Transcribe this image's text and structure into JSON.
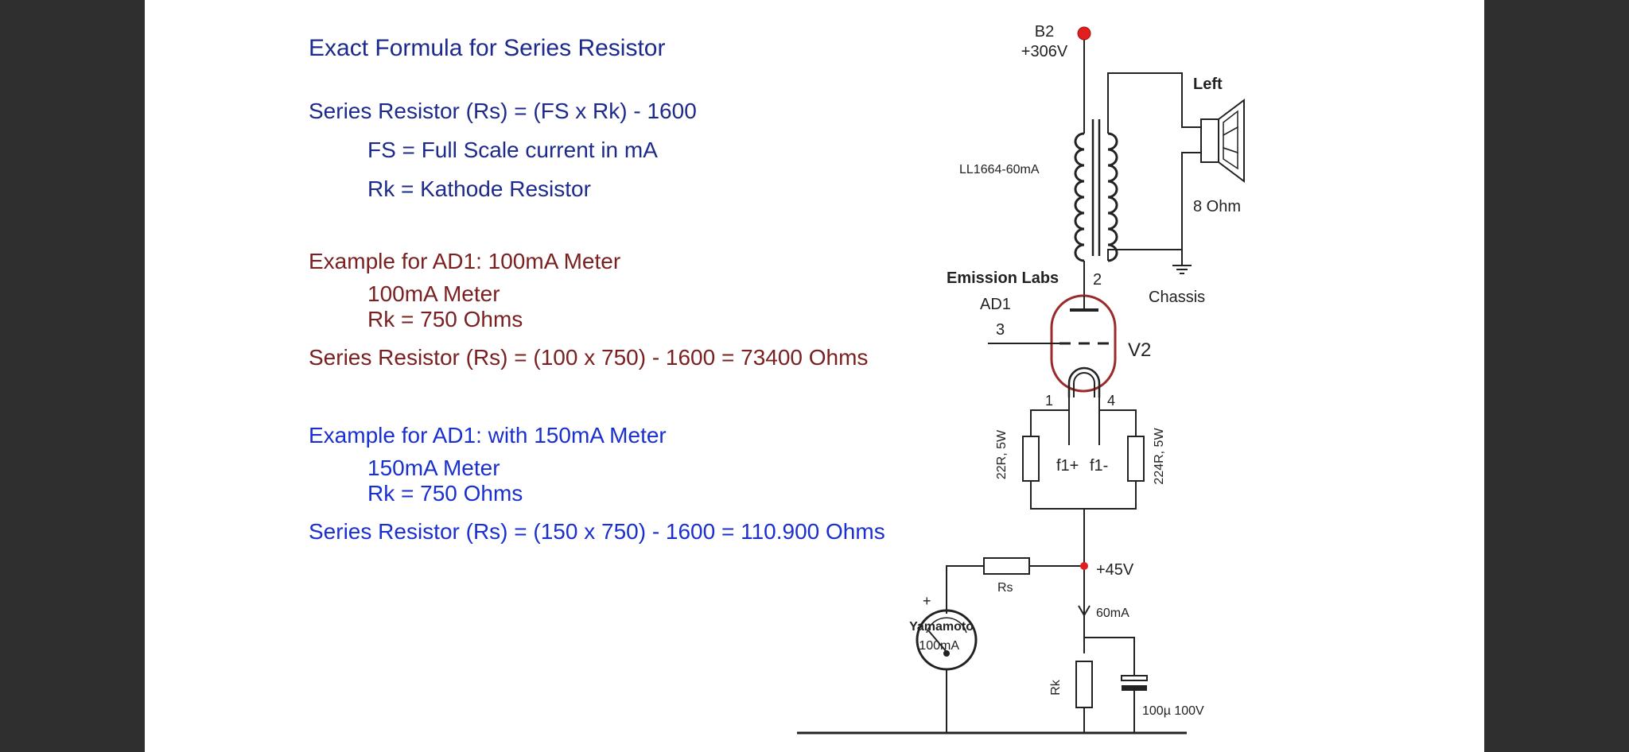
{
  "formula": {
    "title": "Exact Formula for Series Resistor",
    "equation": "Series Resistor (Rs) = (FS x Rk) - 1600",
    "fs_def": "FS = Full Scale current in mA",
    "rk_def": "Rk = Kathode Resistor"
  },
  "example1": {
    "heading": "Example for AD1:  100mA Meter",
    "meter": "100mA Meter",
    "rk": "Rk = 750 Ohms",
    "result": "Series Resistor (Rs) = (100 x 750) - 1600 = 73400 Ohms"
  },
  "example2": {
    "heading": "Example for AD1: with 150mA Meter",
    "meter": "150mA Meter",
    "rk": "Rk = 750 Ohms",
    "result": "Series Resistor (Rs) = (150 x 750) - 1600 = 110.900 Ohms"
  },
  "schematic": {
    "b2": "B2",
    "b2_voltage": "+306V",
    "left": "Left",
    "transformer": "LL1664-60mA",
    "impedance": "8 Ohm",
    "chassis": "Chassis",
    "tube_brand": "Emission Labs",
    "tube_type": "AD1",
    "tube_name": "V2",
    "pin2": "2",
    "pin3": "3",
    "pin1": "1",
    "pin4": "4",
    "f1_plus": "f1+",
    "f1_minus": "f1-",
    "res_left": "22R, 5W",
    "res_right": "224R, 5W",
    "v45": "+45V",
    "rs": "Rs",
    "current": "60mA",
    "meter_brand": "Yamamoto",
    "meter_range": "100mA",
    "plus": "+",
    "rk": "Rk",
    "cap": "100µ 100V"
  },
  "colors": {
    "formula_text": "#1d2a8c",
    "example1_text": "#7a2020",
    "example2_text": "#1a2fcf",
    "tube_outline": "#9b2a2a",
    "node_dot": "#e02020"
  }
}
